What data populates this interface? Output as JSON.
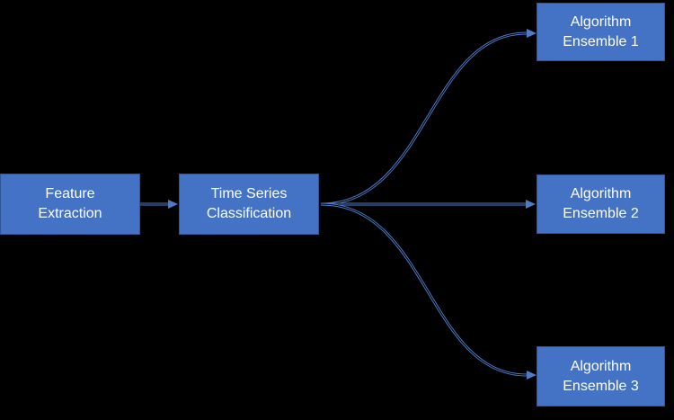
{
  "diagram": {
    "description": "Time series classification pipeline flowchart",
    "nodes": [
      {
        "id": "feature-extraction",
        "lines": [
          "Feature",
          "Extraction"
        ]
      },
      {
        "id": "time-series-classification",
        "lines": [
          "Time Series",
          "Classification"
        ]
      },
      {
        "id": "algorithm-ensemble-1",
        "lines": [
          "Algorithm",
          "Ensemble 1"
        ]
      },
      {
        "id": "algorithm-ensemble-2",
        "lines": [
          "Algorithm",
          "Ensemble 2"
        ]
      },
      {
        "id": "algorithm-ensemble-3",
        "lines": [
          "Algorithm",
          "Ensemble 3"
        ]
      }
    ],
    "edges": [
      {
        "from": "feature-extraction",
        "to": "time-series-classification"
      },
      {
        "from": "time-series-classification",
        "to": "algorithm-ensemble-1"
      },
      {
        "from": "time-series-classification",
        "to": "algorithm-ensemble-2"
      },
      {
        "from": "time-series-classification",
        "to": "algorithm-ensemble-3"
      }
    ]
  },
  "colors": {
    "background": "#000000",
    "box_fill": "#4472C4",
    "box_border": "#2F5597",
    "connector": "#4C7BC8",
    "text": "#FFFFFF"
  }
}
